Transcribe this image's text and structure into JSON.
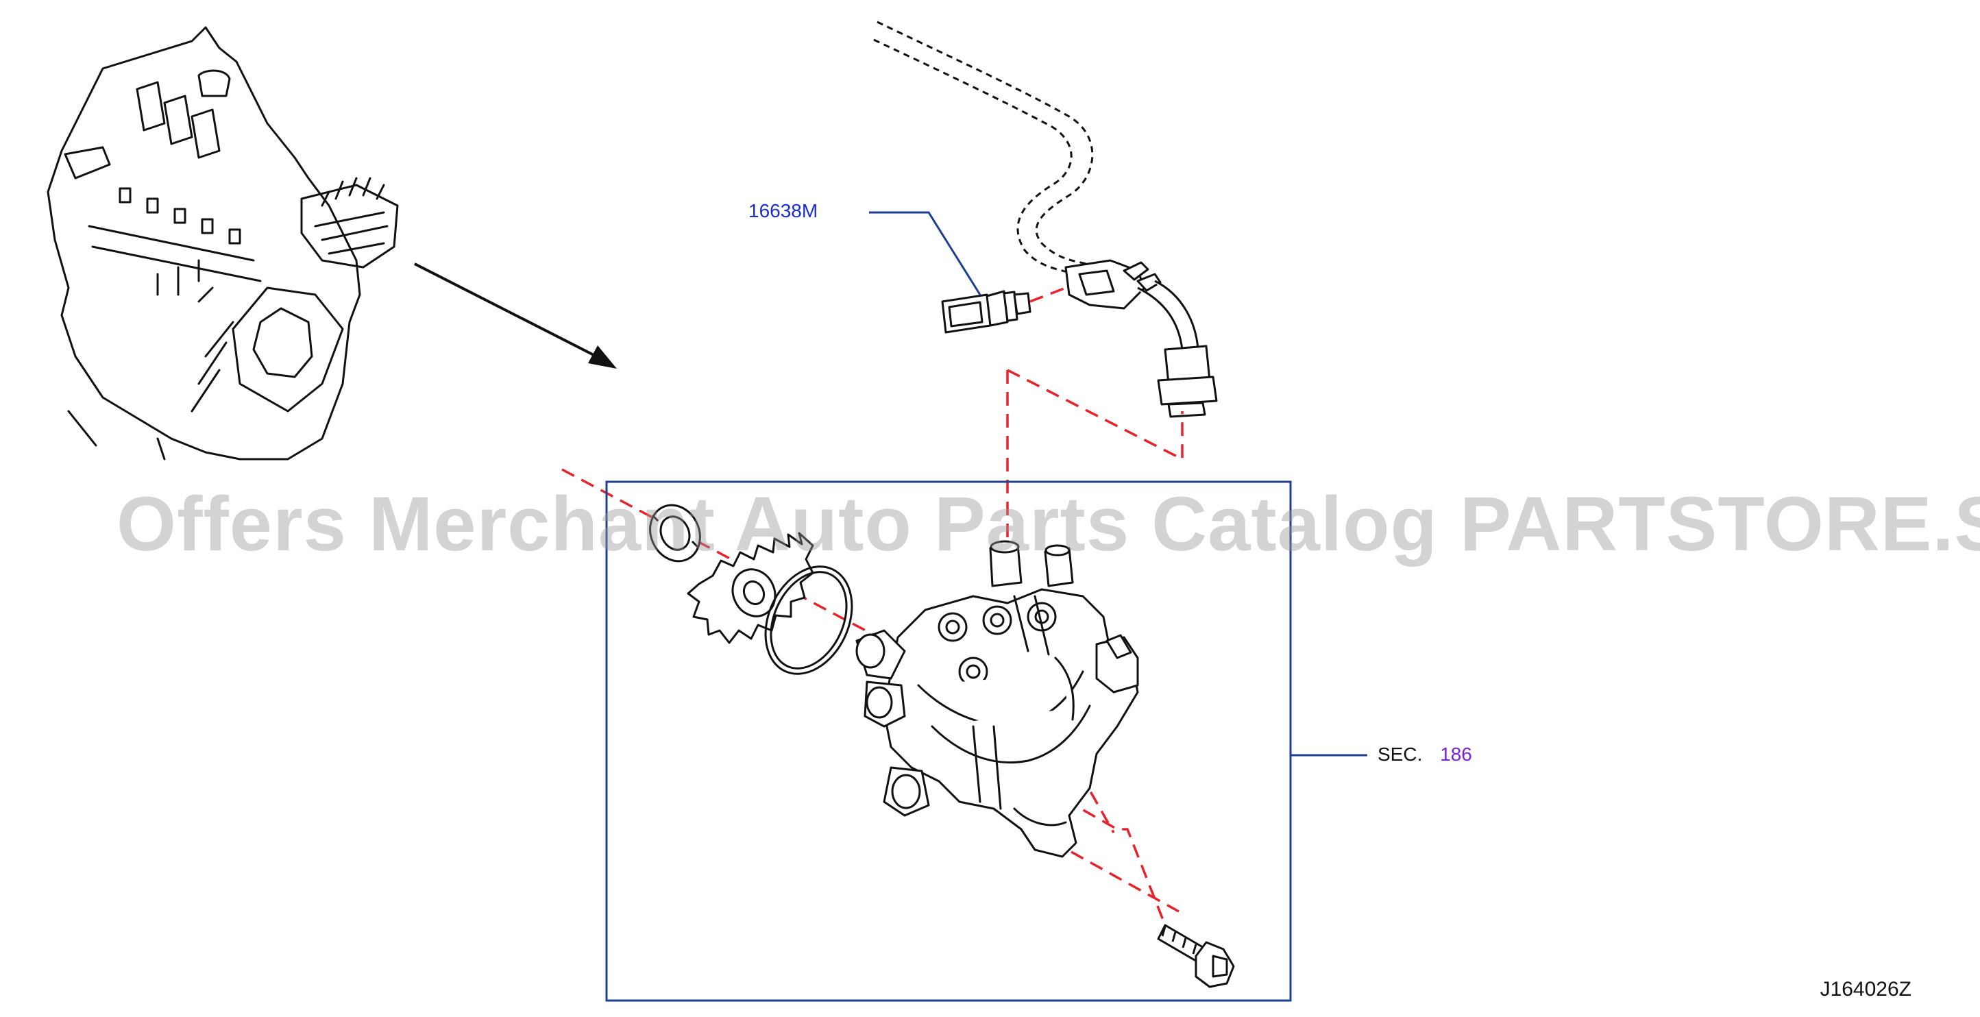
{
  "callouts": {
    "sensor_part": "16638M",
    "section_prefix": "SEC.",
    "section_number": "186"
  },
  "figure_code": "J164026Z",
  "watermark": "Offers Merchant Auto Parts Catalog PARTSTORE.SA",
  "colors": {
    "callout_blue": "#1a2fd0",
    "section_purple": "#7a22d6",
    "leader_navy": "#1e3f8f",
    "dashed_red": "#e8222a",
    "line_art": "#111111"
  }
}
